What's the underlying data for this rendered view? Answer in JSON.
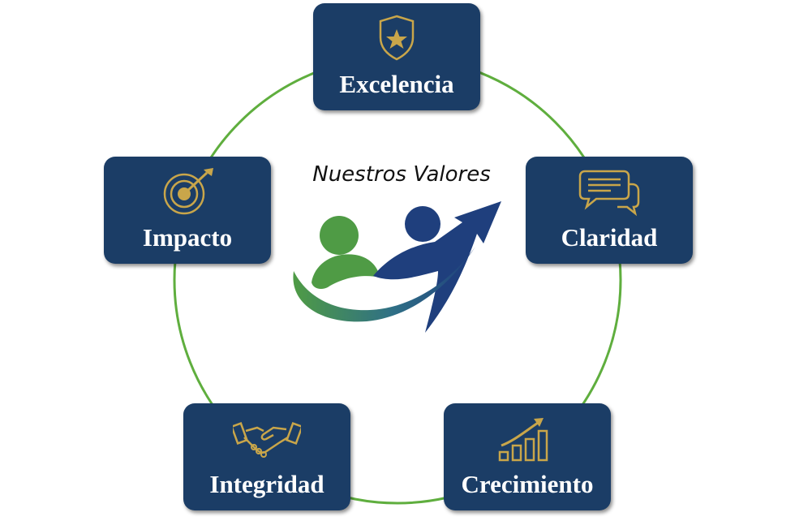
{
  "diagram": {
    "title": "Nuestros Valores",
    "values": [
      {
        "label": "Excelencia",
        "icon": "shield-star-icon"
      },
      {
        "label": "Claridad",
        "icon": "speech-bubbles-icon"
      },
      {
        "label": "Crecimiento",
        "icon": "growth-bars-icon"
      },
      {
        "label": "Integridad",
        "icon": "handshake-icon"
      },
      {
        "label": "Impacto",
        "icon": "target-arrow-icon"
      }
    ],
    "logo_icon": "people-arrow-logo"
  },
  "colors": {
    "card_background": "#1b3d66",
    "ring": "#5fae3e",
    "icon_gold": "#c9a64a",
    "logo_green": "#4f9b45",
    "logo_blue": "#1f3f7d",
    "label_text": "#ffffff"
  }
}
